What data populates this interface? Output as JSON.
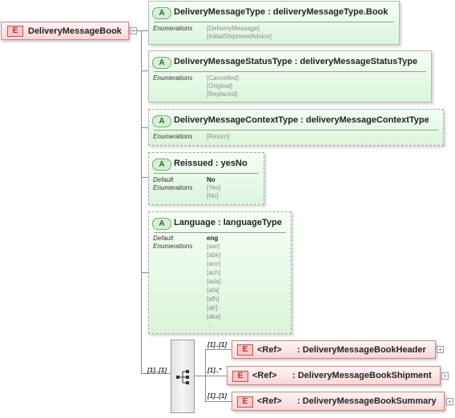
{
  "root": {
    "badge": "E",
    "name": "DeliveryMessageBook"
  },
  "attributes": [
    {
      "badge": "A",
      "title": "DeliveryMessageType : deliveryMessageType.Book",
      "enum_label": "Enumerations",
      "values": [
        "[DeliveryMessage]",
        "[InitialShipmentAdvice]"
      ]
    },
    {
      "badge": "A",
      "title": "DeliveryMessageStatusType : deliveryMessageStatusType",
      "enum_label": "Enumerations",
      "values": [
        "[Cancelled]",
        "[Original]",
        "[Replaced]"
      ]
    },
    {
      "badge": "A",
      "title": "DeliveryMessageContextType : deliveryMessageContextType",
      "enum_label": "Enumerations",
      "values": [
        "[Return]"
      ]
    },
    {
      "badge": "A",
      "title": "Reissued : yesNo",
      "default_label": "Default",
      "default_value": "No",
      "enum_label": "Enumerations",
      "values": [
        "[Yes]",
        "[No]"
      ]
    },
    {
      "badge": "A",
      "title": "Language : languageType",
      "default_label": "Default",
      "default_value": "eng",
      "enum_label": "Enumerations",
      "values": [
        "[aar]",
        "[abk]",
        "[ace]",
        "[ach]",
        "[ada]",
        "[afa]",
        "[afh]",
        "[afr]",
        "[aka]",
        "..."
      ]
    }
  ],
  "sequence": {
    "cardinality": "[1]..[1]"
  },
  "children": [
    {
      "badge": "E",
      "ref": "<Ref>",
      "name": ": DeliveryMessageBookHeader",
      "cardinality": "[1]..[1]"
    },
    {
      "badge": "E",
      "ref": "<Ref>",
      "name": ": DeliveryMessageBookShipment",
      "cardinality": "[1]..*"
    },
    {
      "badge": "E",
      "ref": "<Ref>",
      "name": ": DeliveryMessageBookSummary",
      "cardinality": "[1]..[1]"
    }
  ],
  "colors": {
    "element_fill": "#ffd6d6",
    "attribute_fill": "#dbf5db",
    "line": "#8a8a8a"
  },
  "icons": {
    "sequence": "sequence-compositor-icon",
    "expand": "plus-icon",
    "collapse": "minus-icon"
  }
}
